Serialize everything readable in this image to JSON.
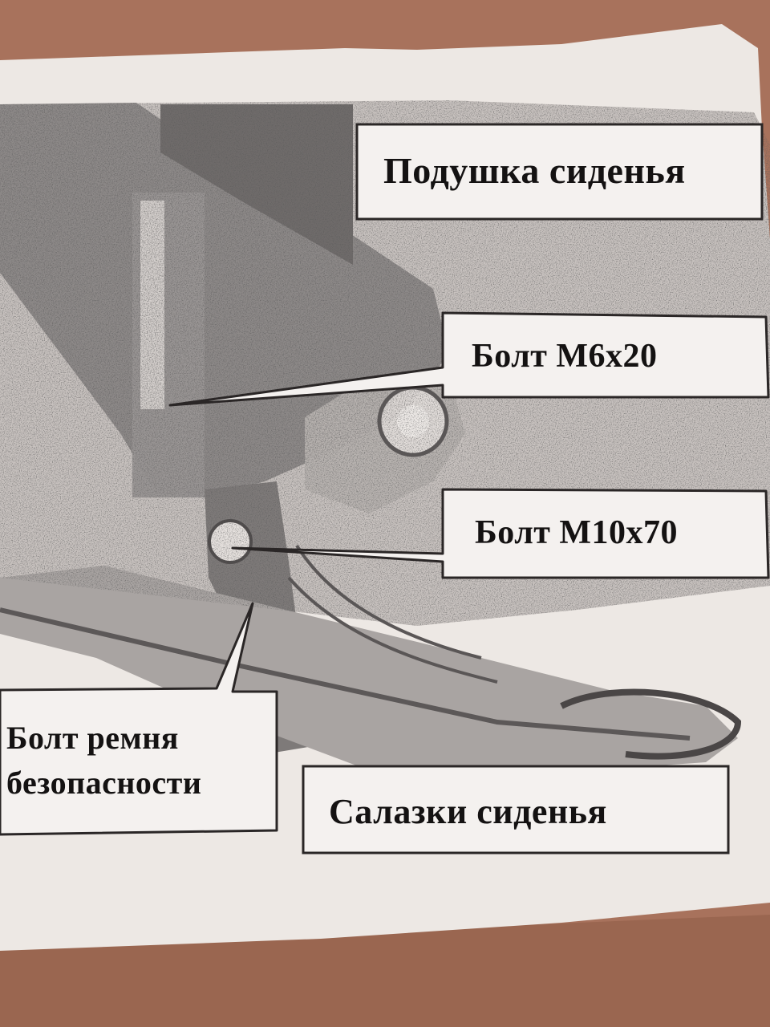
{
  "labels": {
    "seat_cushion": "Подушка сиденья",
    "bolt_m6x20": "Болт М6х20",
    "bolt_m10x70": "Болт М10х70",
    "seatbelt_bolt": "Болт ремня\nбезопасности",
    "seat_rails": "Салазки сиденья"
  },
  "colors": {
    "background_wood": "#a8725c",
    "paper": "#ede8e4",
    "photo_shadow": "#8f8b8a",
    "ink": "#141212"
  }
}
